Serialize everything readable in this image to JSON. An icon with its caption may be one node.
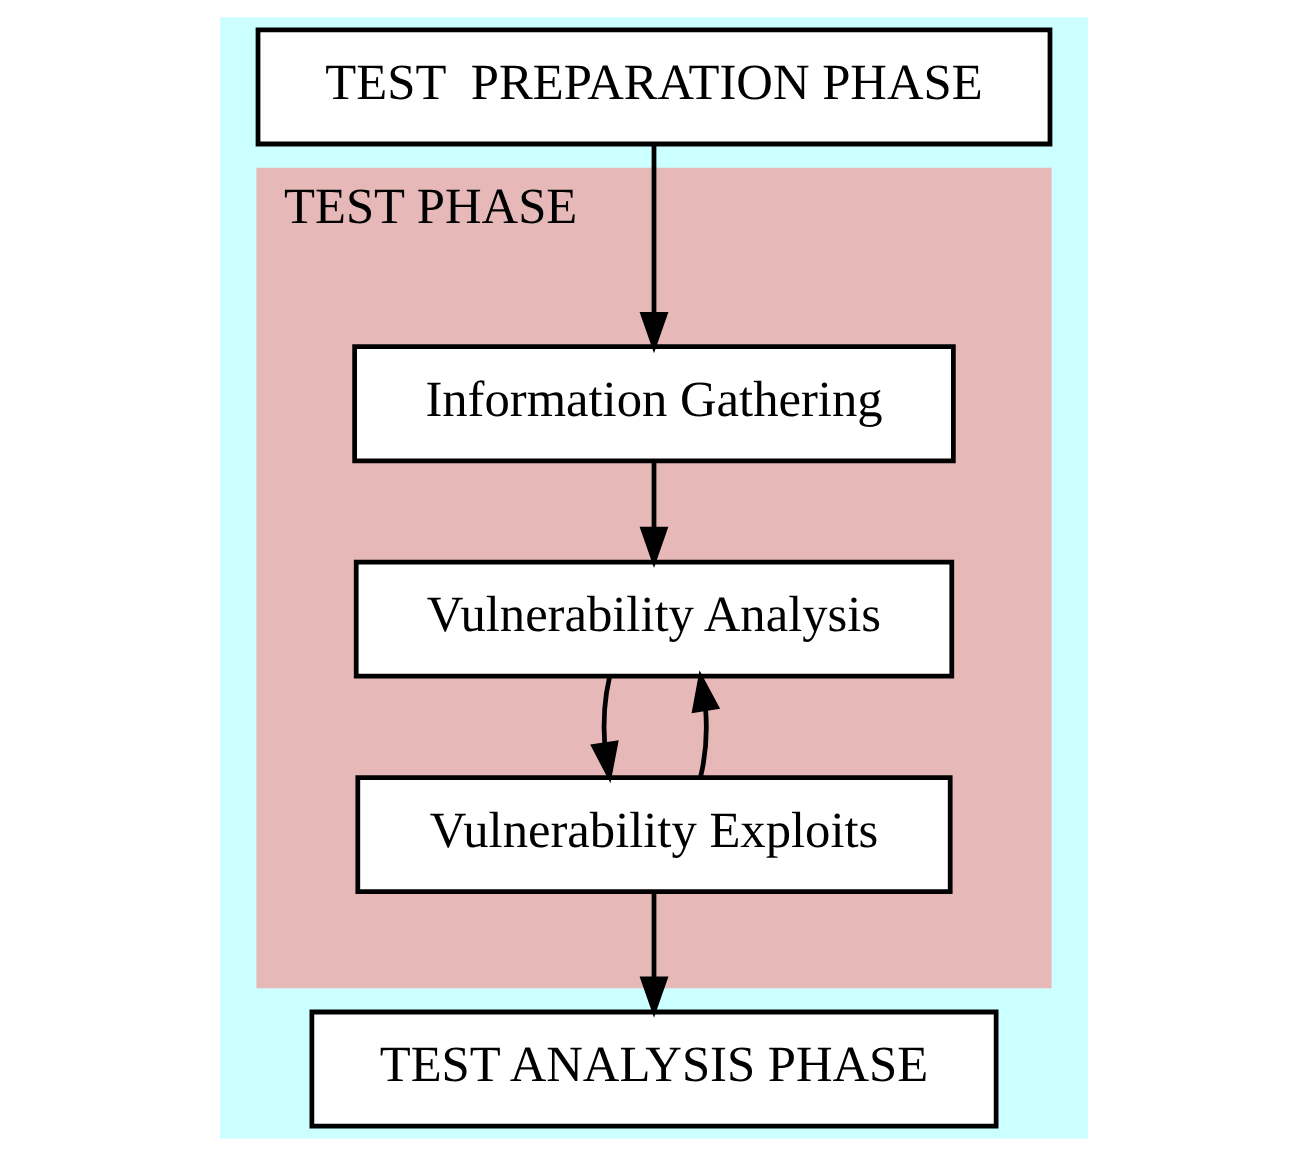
{
  "diagram": {
    "nodes": [
      {
        "text": [
          "TEST  PREPARATION PHASE"
        ]
      },
      {
        "text": [
          "TEST PHASE"
        ]
      },
      {
        "text": [
          "Information Gathering"
        ],
        "in": 1
      },
      {
        "text": [
          "Vulnerability Analysis"
        ],
        "in": 1
      },
      {
        "text": [
          "Vulnerability Exploits"
        ],
        "in": 1
      },
      {
        "text": [
          "TEST ANALYSIS PHASE"
        ]
      }
    ],
    "edges": [
      {
        "from": 0,
        "to": 2,
        "arrow": "to"
      },
      {
        "from": 2,
        "to": 3,
        "arrow": "to"
      },
      {
        "from": 3,
        "to": 4,
        "arrow": "to"
      },
      {
        "from": 4,
        "to": 3,
        "arrow": "to"
      },
      {
        "from": 4,
        "to": 5,
        "arrow": "to"
      }
    ]
  }
}
